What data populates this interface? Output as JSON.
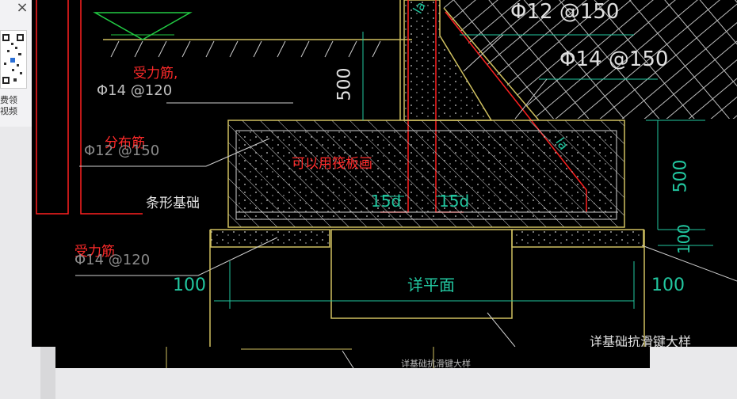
{
  "side": {
    "close_glyph": "×",
    "text1": "费领",
    "text2": "视频"
  },
  "labels": {
    "force_rebar_top": "受力筋,",
    "phi14_120_top": "Φ14 @120",
    "dist_rebar": "分布筋",
    "phi12_150_left": "Φ12 @150",
    "strip_foundation": "条形基础",
    "force_rebar_bottom": "受力筋",
    "phi14_120_bottom": "Φ14 @120",
    "raft_note": "可以用筏板画",
    "phi12_150_top": "Φ12 @150",
    "phi14_150": "Φ14 @150",
    "dim_500_wall": "500",
    "dim_500_right": "500",
    "dim_100_right": "100",
    "dim_15d_a": "15d",
    "dim_15d_b": "15d",
    "dim_la_top": "la",
    "dim_la_diag": "la",
    "dim_100_left": "100",
    "dim_100_bottom_right": "100",
    "detail_plan": "详平面",
    "detail_title": "详基础抗滑键大样",
    "detail_title_small": "详基础抗滑键大样"
  },
  "colors": {
    "canvas": "#000000",
    "concrete": "#cfc060",
    "hatch": "#d8d8d8",
    "rebar_red": "#ff2020",
    "dim_green": "#22c7a0",
    "annotation_red": "#ff2a2a"
  }
}
